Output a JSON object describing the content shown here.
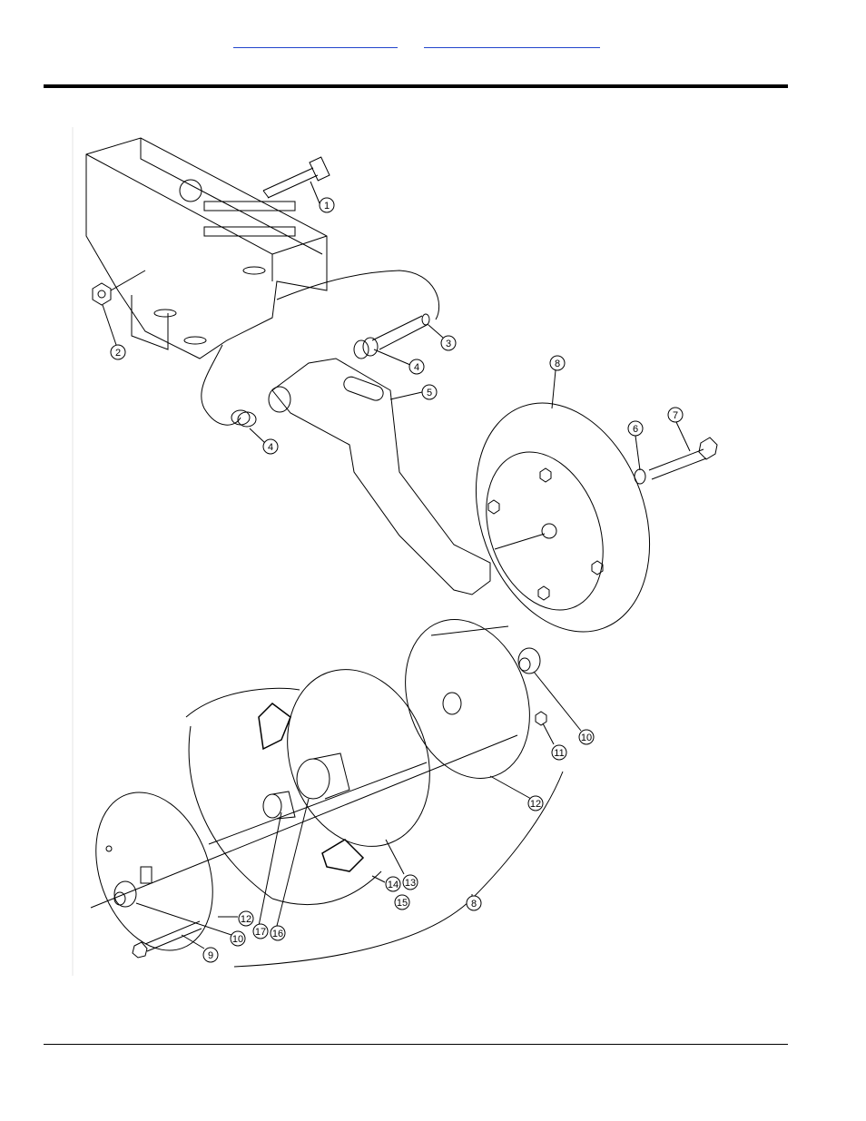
{
  "nav": {
    "links": [
      {
        "label": ""
      },
      {
        "label": ""
      }
    ]
  },
  "callouts": [
    "1",
    "2",
    "3",
    "4",
    "4",
    "5",
    "6",
    "7",
    "8",
    "8",
    "9",
    "10",
    "10",
    "11",
    "12",
    "12",
    "13",
    "14",
    "15",
    "16",
    "17"
  ]
}
